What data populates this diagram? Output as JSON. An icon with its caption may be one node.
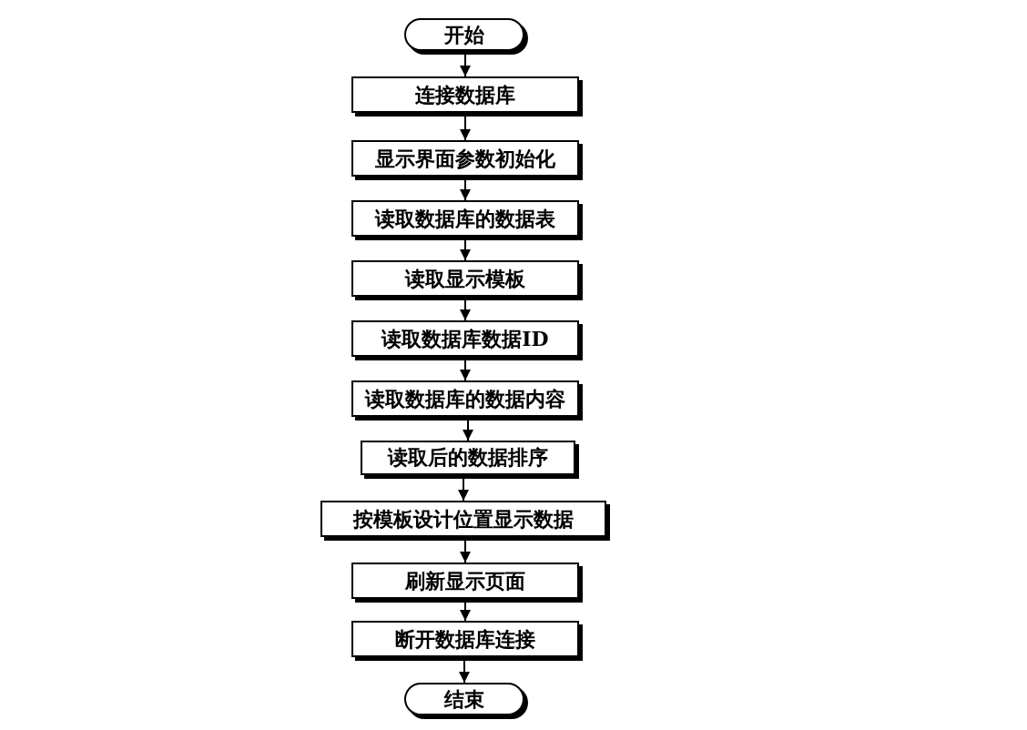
{
  "diagram": {
    "nodes": [
      {
        "text": [
          "开始"
        ]
      },
      {
        "text": [
          "连接数据库"
        ]
      },
      {
        "text": [
          "显示界面参数初始化"
        ]
      },
      {
        "text": [
          "读取数据库的数据表"
        ]
      },
      {
        "text": [
          "读取显示模板"
        ]
      },
      {
        "text": [
          "读取数据库数据ID"
        ]
      },
      {
        "text": [
          "读取数据库的数据内容"
        ]
      },
      {
        "text": [
          "读取后的数据排序"
        ]
      },
      {
        "text": [
          "按模板设计位置显示数据"
        ]
      },
      {
        "text": [
          "刷新显示页面"
        ]
      },
      {
        "text": [
          "断开数据库连接"
        ]
      },
      {
        "text": [
          "结束"
        ]
      }
    ],
    "edges": [
      {
        "from": 0,
        "to": 1,
        "arrow": "to"
      },
      {
        "from": 1,
        "to": 2,
        "arrow": "to"
      },
      {
        "from": 2,
        "to": 3,
        "arrow": "to"
      },
      {
        "from": 3,
        "to": 4,
        "arrow": "to"
      },
      {
        "from": 4,
        "to": 5,
        "arrow": "to"
      },
      {
        "from": 5,
        "to": 6,
        "arrow": "to"
      },
      {
        "from": 6,
        "to": 7,
        "arrow": "to"
      },
      {
        "from": 7,
        "to": 8,
        "arrow": "to"
      },
      {
        "from": 8,
        "to": 9,
        "arrow": "to"
      },
      {
        "from": 9,
        "to": 10,
        "arrow": "to"
      },
      {
        "from": 10,
        "to": 11,
        "arrow": "to"
      }
    ]
  }
}
